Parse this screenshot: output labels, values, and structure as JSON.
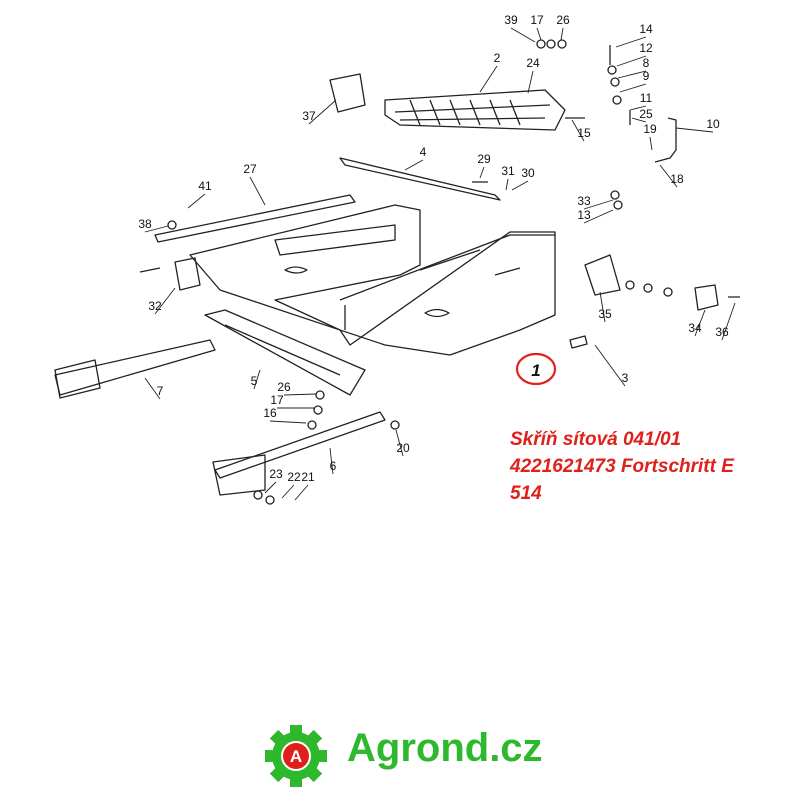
{
  "caption": {
    "line1": "Skříň sítová 041/01",
    "line2": "4221621473 Fortschritt E",
    "line3": "514"
  },
  "brand": {
    "name": "Agrond.cz",
    "logo_letter": "A",
    "color": "#2eb82e",
    "logo_bg": "#2eb82e"
  },
  "highlight": {
    "label": "1",
    "color": "#e0201b"
  },
  "accent_color": "#e0201b",
  "part_labels": [
    "39",
    "17",
    "26",
    "14",
    "12",
    "8",
    "9",
    "11",
    "25",
    "10",
    "2",
    "24",
    "15",
    "37",
    "4",
    "29",
    "31",
    "30",
    "19",
    "18",
    "27",
    "41",
    "38",
    "33",
    "13",
    "32",
    "5",
    "7",
    "1",
    "3",
    "35",
    "34",
    "36",
    "26",
    "17",
    "16",
    "23",
    "22",
    "21",
    "6",
    "20"
  ]
}
